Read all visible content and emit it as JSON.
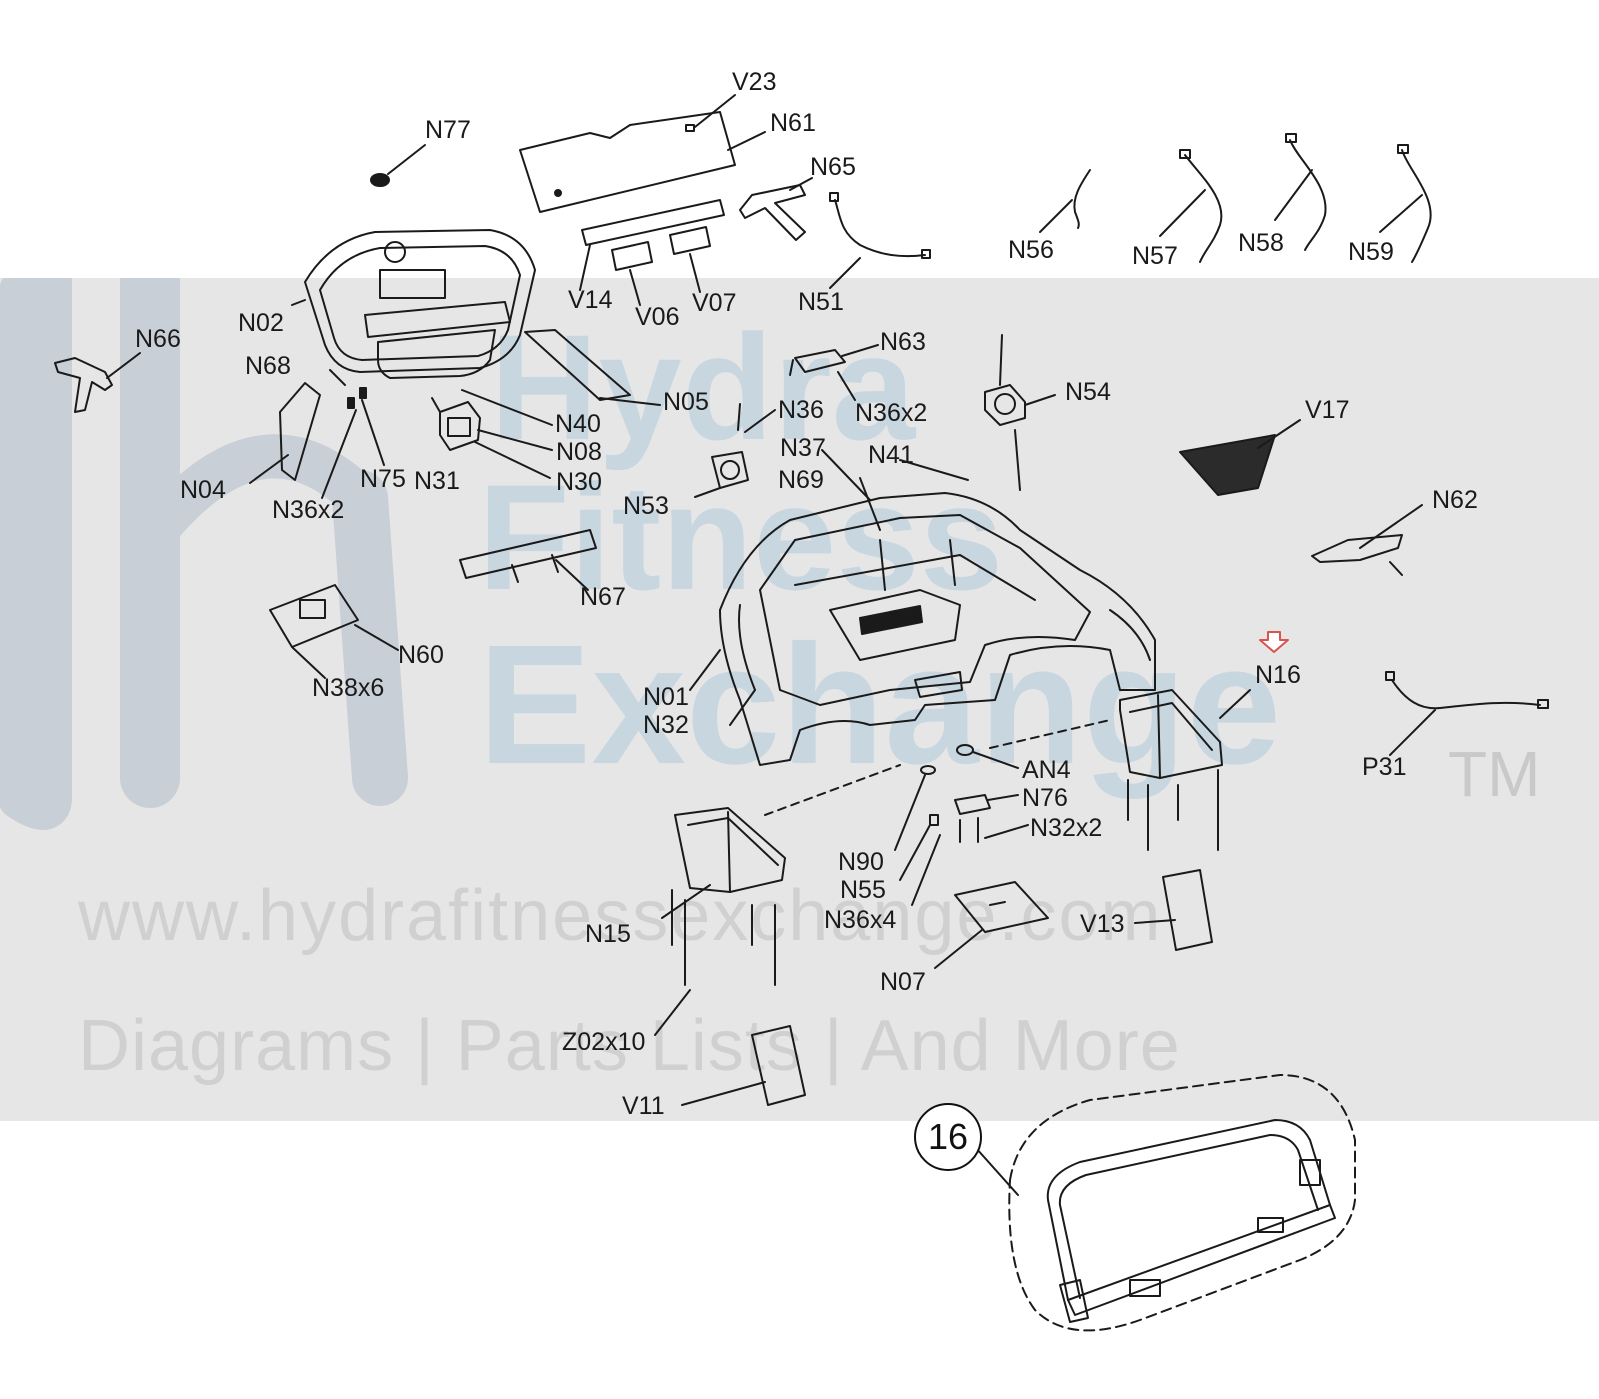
{
  "watermark": {
    "brand_line1": "Hydra",
    "brand_line2": "Fitness",
    "brand_line3": "Exchange",
    "trademark": "TM",
    "url": "www.hydrafitnessexchange.com",
    "tagline": "Diagrams | Parts Lists | And More",
    "logo_letter": "H"
  },
  "callout": {
    "assembly_number": "16",
    "highlight_arrow_color": "#d9534f"
  },
  "colors": {
    "line": "#1a1a1a",
    "band": "#e6e6e6",
    "watermark_blue": "#c8d6e0"
  },
  "labels": {
    "V23": "V23",
    "N77": "N77",
    "N61": "N61",
    "N65": "N65",
    "N56": "N56",
    "N57": "N57",
    "N58": "N58",
    "N59": "N59",
    "N51": "N51",
    "V14": "V14",
    "V06": "V06",
    "V07": "V07",
    "N02": "N02",
    "N66": "N66",
    "N68": "N68",
    "N63": "N63",
    "N54": "N54",
    "N05": "N05",
    "N40": "N40",
    "N36a": "N36",
    "N36x2a": "N36x2",
    "N08": "N08",
    "V17": "V17",
    "N37": "N37",
    "N41": "N41",
    "N04": "N04",
    "N75": "N75",
    "N31": "N31",
    "N30": "N30",
    "N69": "N69",
    "N36x2b": "N36x2",
    "N53": "N53",
    "N62": "N62",
    "N67": "N67",
    "N60": "N60",
    "N16": "N16",
    "N38x6": "N38x6",
    "N01": "N01",
    "N32": "N32",
    "P31": "P31",
    "AN4": "AN4",
    "N76": "N76",
    "N32x2": "N32x2",
    "N90": "N90",
    "N55": "N55",
    "N15": "N15",
    "N36x4": "N36x4",
    "V13": "V13",
    "N07": "N07",
    "Z02x10": "Z02x10",
    "V11": "V11"
  }
}
